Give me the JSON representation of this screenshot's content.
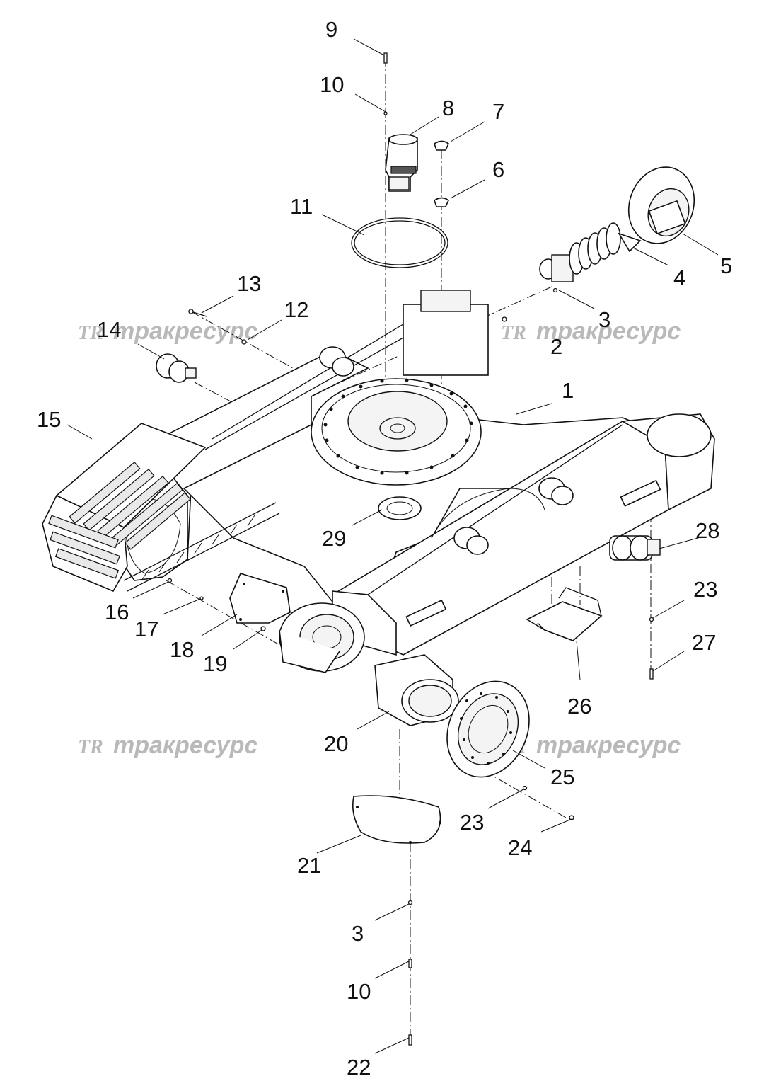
{
  "watermark": {
    "text": "тракресурс",
    "logo": "TR"
  },
  "callouts": {
    "c1": "1",
    "c2": "2",
    "c3a": "3",
    "c3b": "3",
    "c4": "4",
    "c5": "5",
    "c6": "6",
    "c7": "7",
    "c8": "8",
    "c9": "9",
    "c10a": "10",
    "c10b": "10",
    "c11": "11",
    "c12": "12",
    "c13": "13",
    "c14": "14",
    "c15": "15",
    "c16": "16",
    "c17": "17",
    "c18": "18",
    "c19": "19",
    "c20": "20",
    "c21": "21",
    "c22": "22",
    "c23a": "23",
    "c23b": "23",
    "c24": "24",
    "c25": "25",
    "c26": "26",
    "c27": "27",
    "c28": "28",
    "c29": "29"
  }
}
